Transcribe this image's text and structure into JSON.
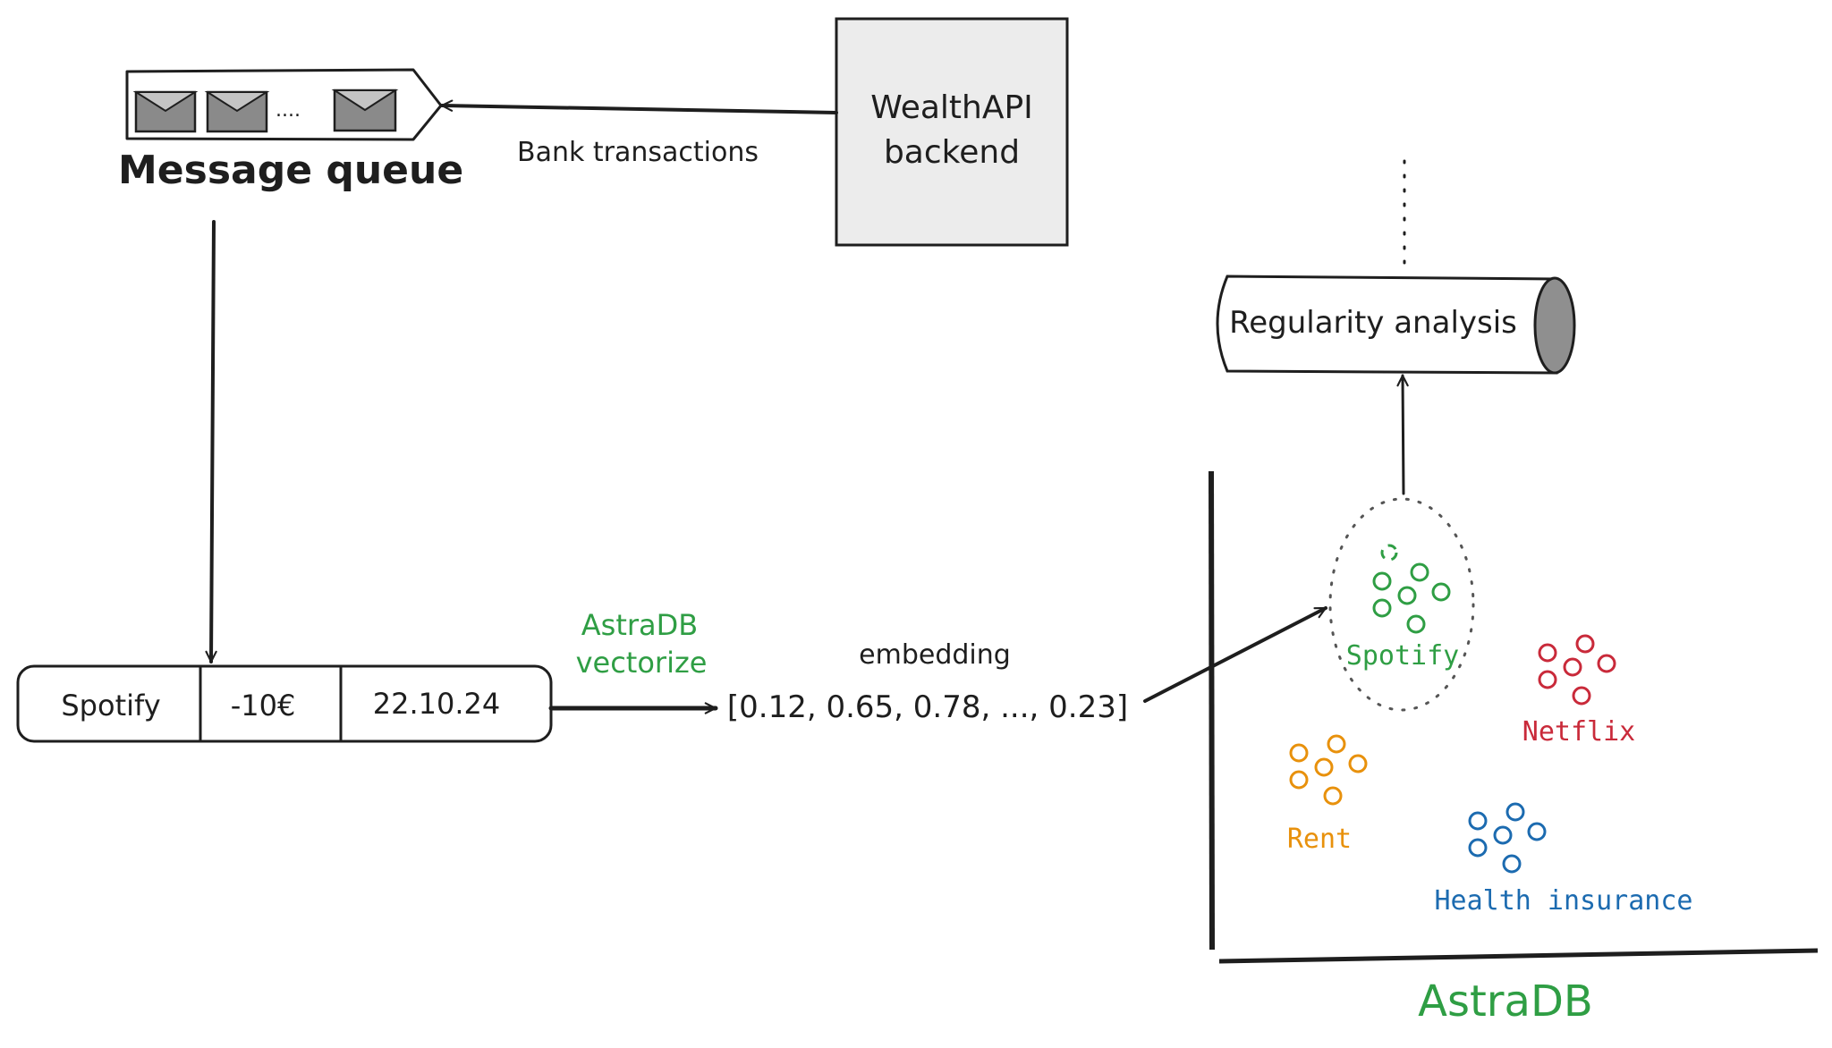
{
  "message_queue": {
    "label": "Message queue",
    "message_count_shown": 3,
    "ellipsis": "....",
    "icon": "envelope-icon"
  },
  "backend": {
    "line1": "WealthAPI",
    "line2": "backend"
  },
  "edge_backend_to_queue": {
    "label": "Bank transactions"
  },
  "transaction": {
    "merchant": "Spotify",
    "amount": "-10€",
    "date": "22.10.24"
  },
  "vectorize": {
    "line1": "AstraDB",
    "line2": "vectorize"
  },
  "embedding": {
    "label": "embedding",
    "vector": "[0.12, 0.65, 0.78, ..., 0.23]"
  },
  "analysis": {
    "label": "Regularity analysis"
  },
  "vector_space": {
    "label": "AstraDB",
    "clusters": [
      {
        "name": "Spotify",
        "color": "#2f9e44",
        "points": 7,
        "highlighted": true
      },
      {
        "name": "Netflix",
        "color": "#c92a3a",
        "points": 6,
        "highlighted": false
      },
      {
        "name": "Rent",
        "color": "#e8910c",
        "points": 6,
        "highlighted": false
      },
      {
        "name": "Health insurance",
        "color": "#1c6bb0",
        "points": 6,
        "highlighted": false
      }
    ]
  },
  "colors": {
    "ink": "#1e1e1e",
    "box_fill": "#ececec",
    "envelope_fill": "#8a8a8a",
    "envelope_flap": "#c4c4c4",
    "cylinder_cap": "#8f8f8f",
    "accent_green": "#2f9e44"
  }
}
